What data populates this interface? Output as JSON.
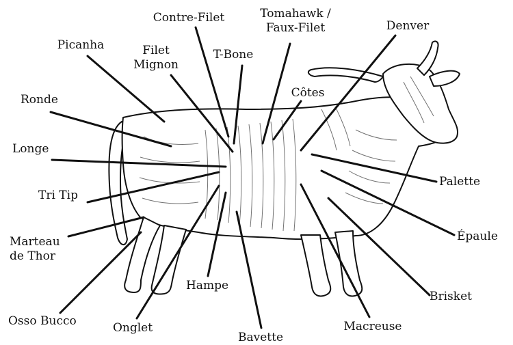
{
  "diagram": {
    "colors": {
      "ink": "#111111",
      "hatch": "#444444",
      "background": "#ffffff"
    },
    "labels": {
      "contre_filet": "Contre-Filet",
      "tomahawk_line1": "Tomahawk /",
      "tomahawk_line2": "Faux-Filet",
      "denver": "Denver",
      "picanha": "Picanha",
      "filet_line1": "Filet",
      "filet_line2": "Mignon",
      "t_bone": "T-Bone",
      "cotes": "Côtes",
      "ronde": "Ronde",
      "longe": "Longe",
      "tri_tip": "Tri Tip",
      "marteau_line1": "Marteau",
      "marteau_line2": "de Thor",
      "osso_bucco": "Osso Bucco",
      "onglet": "Onglet",
      "hampe": "Hampe",
      "bavette": "Bavette",
      "macreuse": "Macreuse",
      "palette": "Palette",
      "epaule": "Épaule",
      "brisket": "Brisket"
    }
  }
}
